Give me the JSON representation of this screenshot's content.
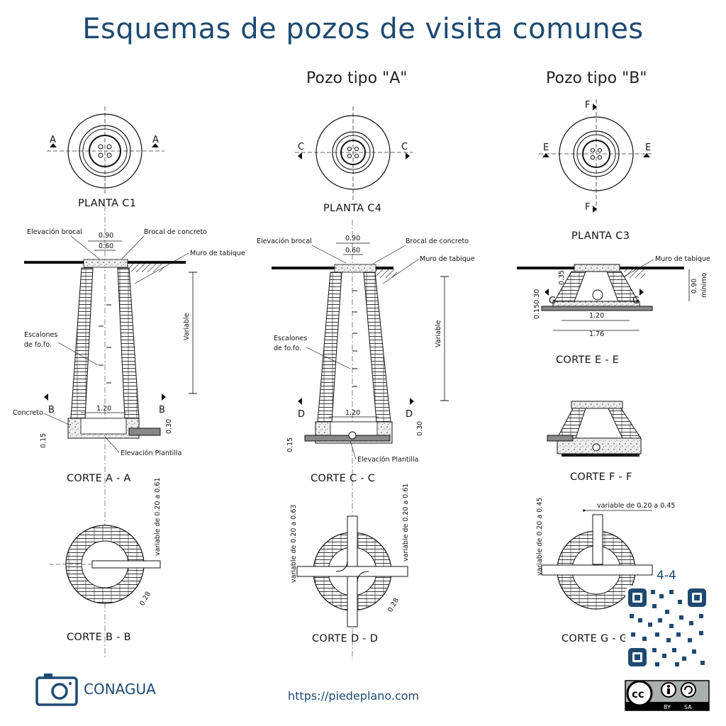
{
  "page": {
    "title": "Esquemas de pozos de visita comunes",
    "col_a_heading": "Pozo tipo \"A\"",
    "col_b_heading": "Pozo tipo \"B\"",
    "brand": "CONAGUA",
    "url": "https://piedeplano.com",
    "page_number": "4-4",
    "license": {
      "cc": "cc",
      "by": "BY",
      "sa": "SA"
    }
  },
  "captions": {
    "planta_c1": "PLANTA C1",
    "planta_c4": "PLANTA C4",
    "planta_c3": "PLANTA C3",
    "corte_aa": "CORTE  A - A",
    "corte_cc": "CORTE  C - C",
    "corte_ee": "CORTE  E - E",
    "corte_ff": "CORTE  F - F",
    "corte_bb": "CORTE B - B",
    "corte_dd": "CORTE D - D",
    "corte_gg": "CORTE  G - G"
  },
  "section_letters": {
    "a": "A",
    "b": "B",
    "c": "C",
    "d": "D",
    "e": "E",
    "f": "F",
    "g": "G"
  },
  "labels": {
    "elevacion_brocal": "Elevación brocal",
    "brocal_concreto": "Brocal de concreto",
    "muro_tabique": "Muro de tabique",
    "variable": "Variable",
    "escalones_1": "Escalones",
    "escalones_2": "de fo.fo.",
    "concreto": "Concreto",
    "elevacion_plantilla": "Elevación Plantilla",
    "minimo": "mínimo",
    "var_020_061": "variable de 0.20 a 0.61",
    "var_020_063": "variable de 0.20 a 0.63",
    "var_020_045": "variable de 0.20 a 0.45"
  },
  "dimensions": {
    "d090": "0.90",
    "d060": "0.60",
    "d120": "1.20",
    "d176": "1.76",
    "d030": "0.30",
    "d015": "0.15",
    "d035": "0.35",
    "d028": "0.28",
    "d015_030": "0.150.30"
  }
}
